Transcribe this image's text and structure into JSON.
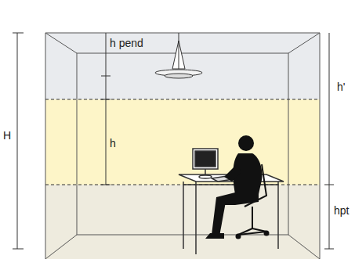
{
  "diagram": {
    "labels": [
      "h pend",
      "h",
      "H",
      "h'",
      "hpt"
    ]
  }
}
